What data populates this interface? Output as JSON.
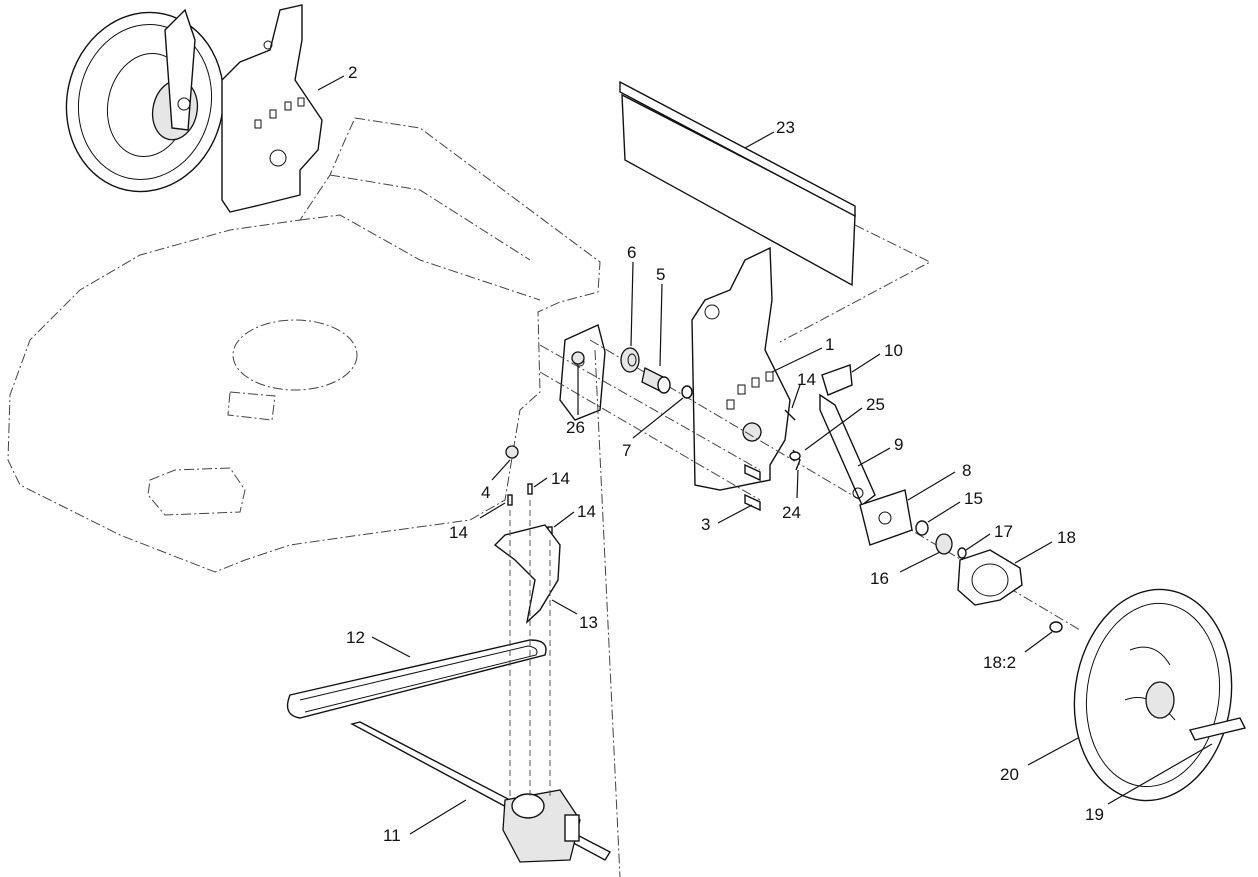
{
  "callouts": [
    {
      "id": "c-2",
      "text": "2"
    },
    {
      "id": "c-23",
      "text": "23"
    },
    {
      "id": "c-6",
      "text": "6"
    },
    {
      "id": "c-5",
      "text": "5"
    },
    {
      "id": "c-1",
      "text": "1"
    },
    {
      "id": "c-10",
      "text": "10"
    },
    {
      "id": "c-14a",
      "text": "14"
    },
    {
      "id": "c-25",
      "text": "25"
    },
    {
      "id": "c-26",
      "text": "26"
    },
    {
      "id": "c-7",
      "text": "7"
    },
    {
      "id": "c-9",
      "text": "9"
    },
    {
      "id": "c-4",
      "text": "4"
    },
    {
      "id": "c-14b",
      "text": "14"
    },
    {
      "id": "c-14c",
      "text": "14"
    },
    {
      "id": "c-14d",
      "text": "14"
    },
    {
      "id": "c-24",
      "text": "24"
    },
    {
      "id": "c-8",
      "text": "8"
    },
    {
      "id": "c-3",
      "text": "3"
    },
    {
      "id": "c-15",
      "text": "15"
    },
    {
      "id": "c-17",
      "text": "17"
    },
    {
      "id": "c-18",
      "text": "18"
    },
    {
      "id": "c-16",
      "text": "16"
    },
    {
      "id": "c-13",
      "text": "13"
    },
    {
      "id": "c-12",
      "text": "12"
    },
    {
      "id": "c-18-2",
      "text": "18:2"
    },
    {
      "id": "c-20",
      "text": "20"
    },
    {
      "id": "c-19",
      "text": "19"
    },
    {
      "id": "c-11",
      "text": "11"
    }
  ]
}
